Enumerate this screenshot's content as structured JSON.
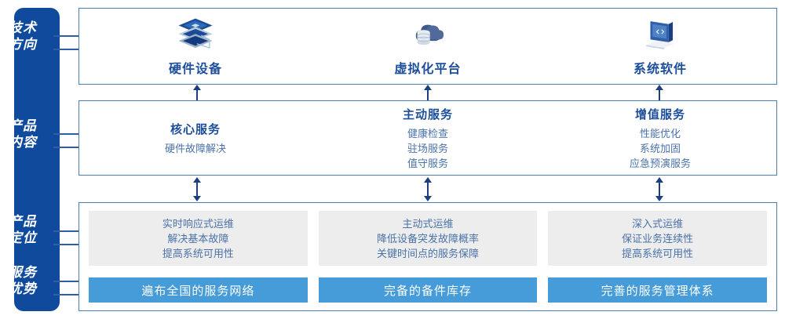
{
  "sidebar": {
    "items": [
      {
        "id": "tech-direction",
        "line1": "技术",
        "line2": "方向"
      },
      {
        "id": "product-content",
        "line1": "产品",
        "line2": "内容"
      },
      {
        "id": "product-position",
        "line1": "产品",
        "line2": "定位"
      },
      {
        "id": "service-advantage",
        "line1": "服务",
        "line2": "优势"
      }
    ]
  },
  "tech": {
    "columns": [
      {
        "icon": "server-stack-icon",
        "label": "硬件设备"
      },
      {
        "icon": "cloud-database-icon",
        "label": "虚拟化平台"
      },
      {
        "icon": "laptop-code-icon",
        "label": "系统软件"
      }
    ]
  },
  "content": {
    "columns": [
      {
        "title": "核心服务",
        "lines": [
          "硬件故障解决"
        ]
      },
      {
        "title": "主动服务",
        "lines": [
          "健康检查",
          "驻场服务",
          "值守服务"
        ]
      },
      {
        "title": "增值服务",
        "lines": [
          "性能优化",
          "系统加固",
          "应急预演服务"
        ]
      }
    ]
  },
  "positioning": {
    "boxes": [
      {
        "lines": [
          "实时响应式运维",
          "解决基本故障",
          "提高系统可用性"
        ]
      },
      {
        "lines": [
          "主动式运维",
          "降低设备突发故障概率",
          "关键时间点的服务保障"
        ]
      },
      {
        "lines": [
          "深入式运维",
          "保证业务连续性",
          "提高系统可用性"
        ]
      }
    ]
  },
  "advantages": {
    "bars": [
      "遍布全国的服务网络",
      "完备的备件库存",
      "完善的服务管理体系"
    ]
  },
  "colors": {
    "sidebar": "#0F4A9C",
    "panel_border": "#4A7EBB",
    "title_blue": "#1C4E9A",
    "body_blue": "#4A72A8",
    "grey_box": "#EDEDED",
    "accent_blue": "#459CD8",
    "arrow": "#1B3F82"
  }
}
